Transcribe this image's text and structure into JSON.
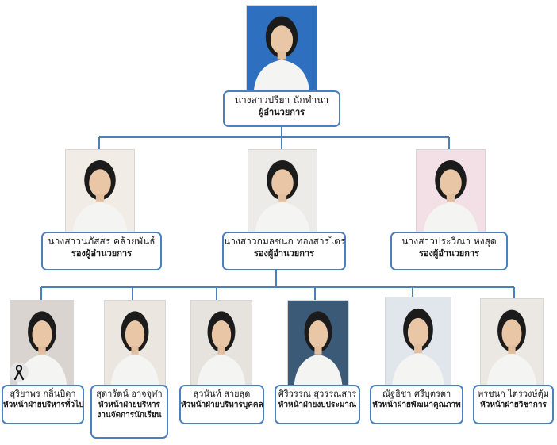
{
  "director": {
    "name": "นางสาวปรียา นักทำนา",
    "role": "ผู้อำนวยการ"
  },
  "deputies": [
    {
      "name": "นางสาวนภัสสร คล้ายพันธ์",
      "role": "รองผู้อำนวยการ"
    },
    {
      "name": "นางสาวกมลชนก ทองสารไตร",
      "role": "รองผู้อำนวยการ"
    },
    {
      "name": "นางสาวประวีณา หงสุด",
      "role": "รองผู้อำนวยการ"
    }
  ],
  "heads": [
    {
      "name": "สุริยาพร กลิ่นบิดา",
      "role": "หัวหน้าฝ่ายบริหารทั่วไป"
    },
    {
      "name": "สุดารัตน์ อาจจุฬา",
      "role": "หัวหน้าฝ่ายบริหารงานจัดการนักเรียน"
    },
    {
      "name": "สุวนันท์ สายสุด",
      "role": "หัวหน้าฝ่ายบริหารบุคคล"
    },
    {
      "name": "ศิริวรรณ สุวรรณสาร",
      "role": "หัวหน้าฝ่ายงบประมาณ"
    },
    {
      "name": "ณัฐธิชา ศรีบุตรตา",
      "role": "หัวหน้าฝ่ายพัฒนาคุณภาพ"
    },
    {
      "name": "พรชนก ไตรวงษ์ตุ้ม",
      "role": "หัวหน้าฝ่ายวิชาการ"
    }
  ],
  "colors": {
    "connector": "#4a80bd",
    "box_border": "#4a80bd",
    "uniform": "#f4f4f2"
  },
  "icons": {
    "mourning": "black-ribbon-icon"
  }
}
